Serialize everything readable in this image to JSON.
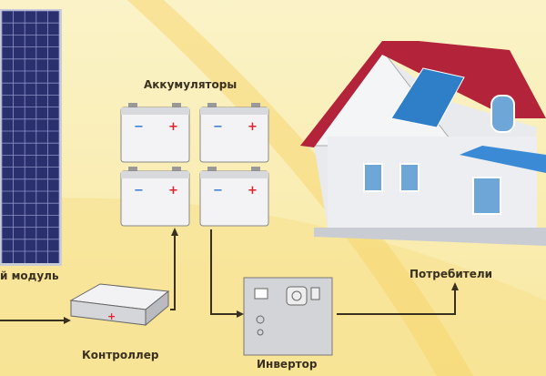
{
  "labels": {
    "solar_module": "й модуль",
    "batteries": "Аккумуляторы",
    "controller": "Контроллер",
    "inverter": "Инвертор",
    "consumers": "Потребители"
  },
  "battery": {
    "minus": "−",
    "plus": "+"
  },
  "colors": {
    "background": "#f8e8a0",
    "panel": "#2a2f6e",
    "roof": "#b3243a",
    "arrow": "#3a3020",
    "plus": "#e0202a",
    "minus": "#3a7bd5"
  }
}
